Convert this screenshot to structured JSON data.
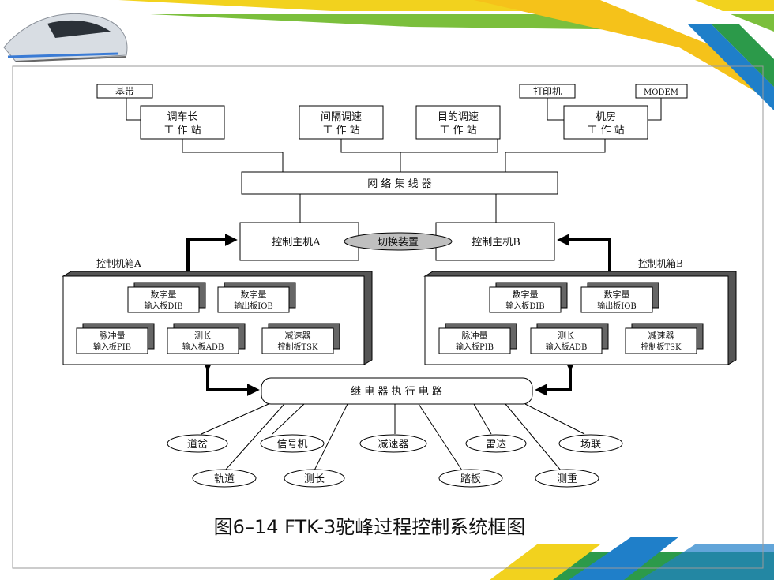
{
  "labels": {
    "jidai": "基带",
    "printer": "打印机",
    "modem": "MODEM",
    "ws_tiaochezhang_1": "调车长",
    "ws_tiaochezhang_2": "工 作 站",
    "ws_jiange_1": "间隔调速",
    "ws_jiange_2": "工 作 站",
    "ws_mudi_1": "目的调速",
    "ws_mudi_2": "工 作 站",
    "ws_jifang_1": "机房",
    "ws_jifang_2": "工 作 站",
    "hub": "网 络 集 线 器",
    "host_a": "控制主机A",
    "host_b": "控制主机B",
    "switch": "切换装置",
    "cabinet_a": "控制机箱A",
    "cabinet_b": "控制机箱B",
    "board_dib_1": "数字量",
    "board_dib_2": "输入板DIB",
    "board_iob_1": "数字量",
    "board_iob_2": "输出板IOB",
    "board_pib_1": "脉冲量",
    "board_pib_2": "输入板PIB",
    "board_adb_1": "测长",
    "board_adb_2": "输入板ADB",
    "board_tsk_1": "减速器",
    "board_tsk_2": "控制板TSK",
    "relay": "继 电 器 执 行 电 路",
    "dev_daocha": "道岔",
    "dev_xinhaoji": "信号机",
    "dev_jiansuqi": "减速器",
    "dev_leida": "雷达",
    "dev_changlian": "场联",
    "dev_guidao": "轨道",
    "dev_cechang": "测长",
    "dev_taban": "踏板",
    "dev_cezhong": "测重"
  },
  "caption": "图6–14 FTK-3驼峰过程控制系统框图",
  "colors": {
    "banner_yellow": "#f2d21e",
    "banner_green": "#7bbf3c",
    "banner_blue": "#1f7fc9",
    "frame": "#9a9a9a"
  }
}
